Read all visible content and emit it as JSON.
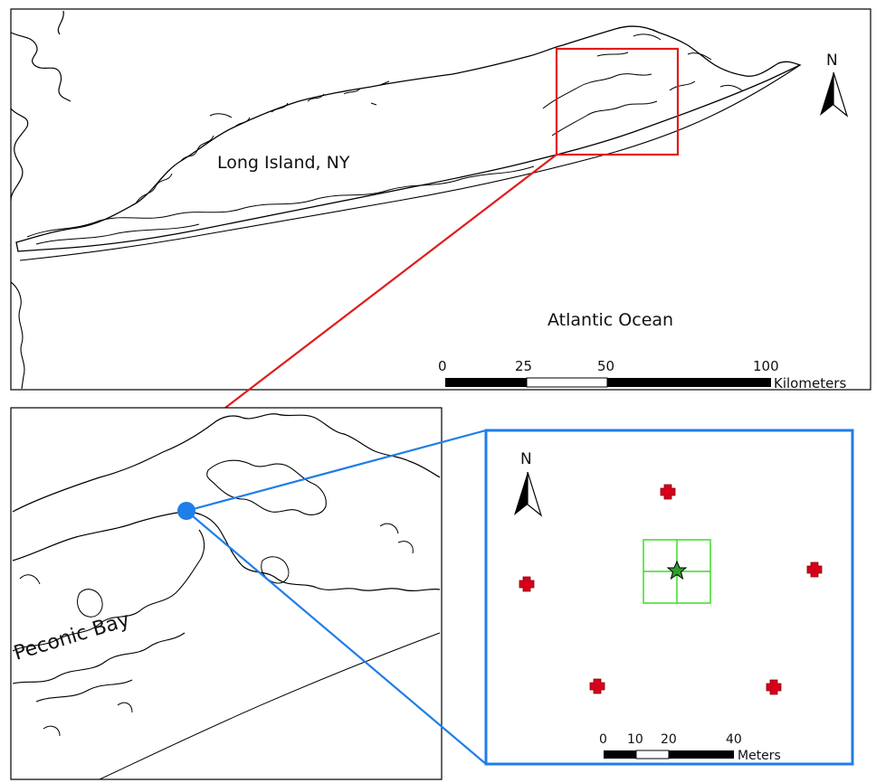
{
  "top_map": {
    "place_label": "Long Island, NY",
    "ocean_label": "Atlantic Ocean",
    "north_label": "N",
    "scale": {
      "ticks": [
        "0",
        "25",
        "50",
        "100"
      ],
      "unit": "Kilometers"
    },
    "highlight_color": "#e11b1b"
  },
  "inset_map": {
    "bay_label": "Peconic Bay",
    "site_color": "#1f7ee8"
  },
  "site_map": {
    "north_label": "N",
    "scale": {
      "ticks": [
        "0",
        "10",
        "20",
        "40"
      ],
      "unit": "Meters"
    },
    "frame_color": "#1f7ee8",
    "plot_color": "#3ddc27",
    "marker_color": "#d6001c",
    "markers": [
      "cross-marker",
      "cross-marker",
      "cross-marker",
      "cross-marker",
      "cross-marker"
    ],
    "center_marker": "star-marker"
  }
}
